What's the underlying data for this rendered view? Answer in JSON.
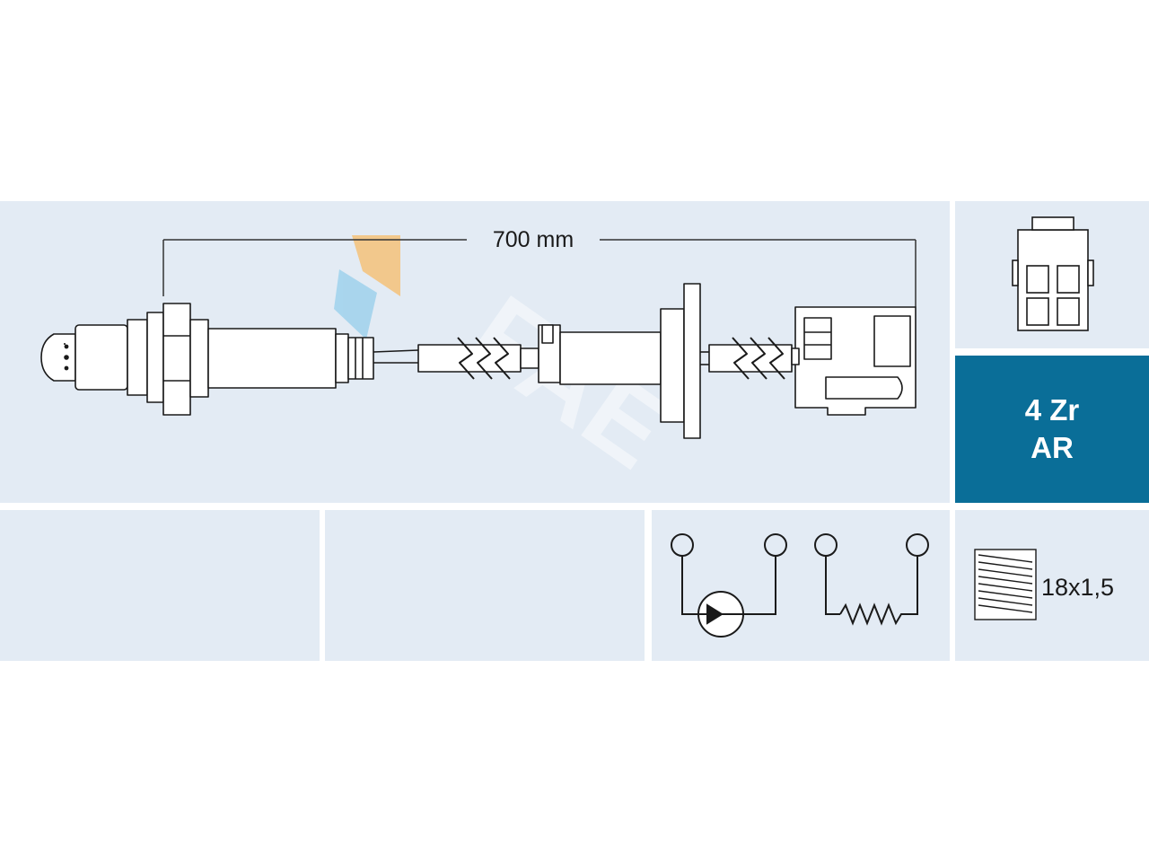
{
  "sensor": {
    "cable_length": "700 mm",
    "technology_line1": "4 Zr",
    "technology_line2": "AR",
    "thread_size": "18x1,5"
  },
  "colors": {
    "panel_background": "#e3ebf4",
    "accent_blue": "#0a6e98",
    "line": "#1a1a1a",
    "watermark_orange": "#f5c27a",
    "watermark_blue": "#9fd2ec"
  },
  "icons": [
    "lambda-sensor-drawing",
    "connector-icon",
    "zirconia-cell-symbol",
    "heater-resistor-symbol",
    "thread-icon",
    "fae-watermark-logo"
  ]
}
